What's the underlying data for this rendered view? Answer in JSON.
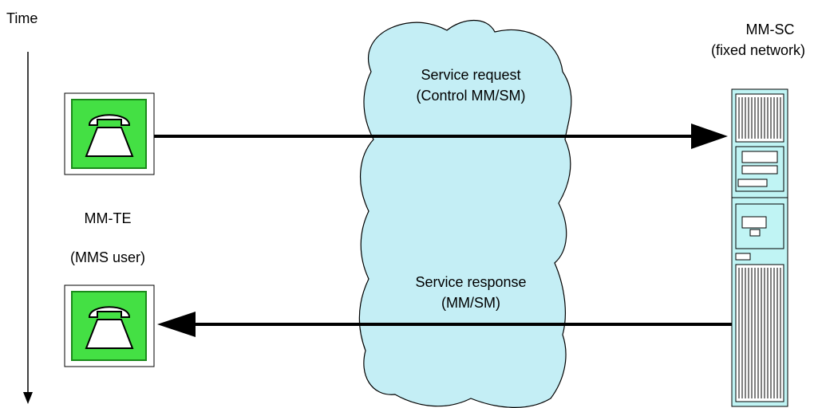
{
  "time_label": "Time",
  "server": {
    "name": "MM-SC",
    "subtitle": "(fixed network)"
  },
  "terminal": {
    "name": "MM-TE",
    "subtitle": "(MMS user)"
  },
  "request": {
    "line1": "Service request",
    "line2": "(Control MM/SM)"
  },
  "response": {
    "line1": "Service response",
    "line2": "(MM/SM)"
  },
  "colors": {
    "cloud_fill": "#c4eef5",
    "phone_green": "#33dd33",
    "server_fill": "#c0f4f4"
  }
}
